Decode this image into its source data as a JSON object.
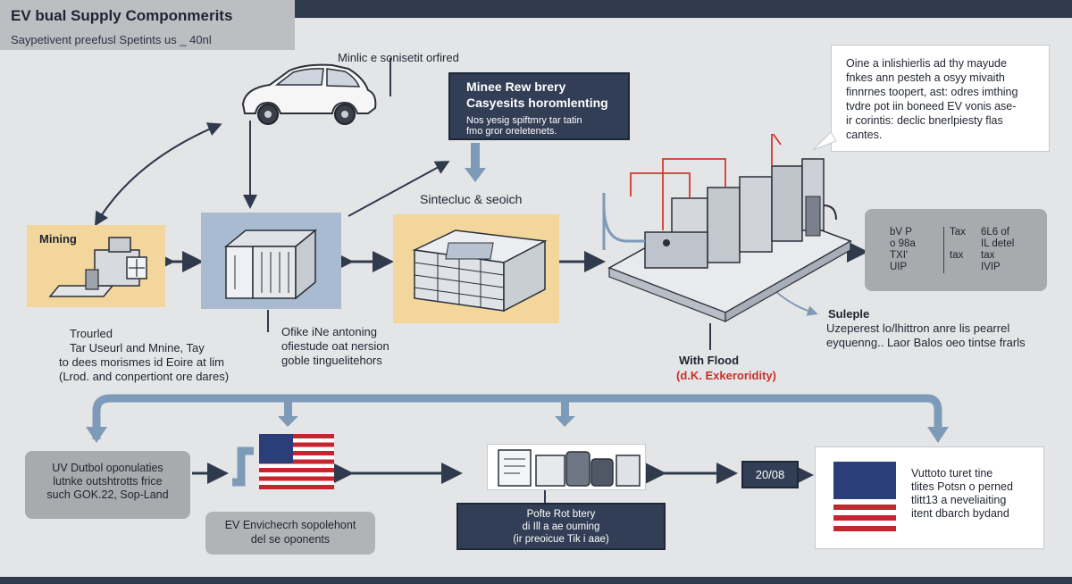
{
  "header": {
    "title": "EV bual Supply Componmerits",
    "subtitle": "Saypetivent preefusl Spetints us _ 40nl"
  },
  "top_note": "Minlic e sonisetit orfired",
  "dark_box_top": {
    "heading1": "Minee Rew brery",
    "heading2": "Casyesits horomlenting",
    "body1": "Nos yesig spiftmry tar tatin",
    "body2": "fmo gror oreletenets."
  },
  "callout": {
    "lines": [
      "Oine a inlishierlis ad thy mayude",
      "fnkes ann pesteh a osyy mivaith",
      "finnrnes toopert, ast: odres imthing",
      "tvdre pot iin boneed EV vonis ase-",
      "ir corintis: declic bnerlpiesty flas",
      "cantes."
    ]
  },
  "mining": {
    "label": "Mining"
  },
  "middle_label": "Sintecluc & seoich",
  "grey_table": {
    "col1": [
      "bV P",
      "o 98a",
      "TXI'",
      "UIP"
    ],
    "col2": [
      "Tax",
      "",
      "tax",
      ""
    ],
    "col3": [
      "6L6 of",
      "IL detel",
      "tax",
      "IVIP"
    ]
  },
  "troured": {
    "title": "Trourled",
    "lines": [
      "Tar Useurl and Mnine, Tay",
      "to dees morismes id Eoire at lim",
      "(Lrod. and conpertiont ore dares)"
    ]
  },
  "ofike": {
    "lines": [
      "Ofike iNe antoning",
      "ofiestude oat nersion",
      "goble tinguelitehors"
    ]
  },
  "suleple": {
    "title": "Suleple",
    "lines": [
      "Uzeperest lo/lhittron anre lis pearrel",
      "eyquenng.. Laor Balos oeo tintse frarls"
    ]
  },
  "with_flood": {
    "title": "With Flood",
    "sub": "(d.K. Exkeroridity)"
  },
  "bottom_left_box": {
    "lines": [
      "UV Dutbol oponulaties",
      "lutnke outshtrotts frice",
      "such GOK.22, Sop-Land"
    ]
  },
  "ev_box": {
    "lines": [
      "EV Envichecrh sopolehont",
      "del se oponents"
    ]
  },
  "dark_box_bottom": {
    "lines": [
      "Pofte Rot btery",
      "di Ill a ae ouming",
      "(ir preoicue Tik i aae)"
    ]
  },
  "date_badge": "20/08",
  "right_box": {
    "lines": [
      "Vuttoto turet tine",
      "tlites Potsn o perned",
      "tlitt13 a neveliaiting",
      "itent dbarch bydand"
    ]
  },
  "colors": {
    "accent_dark": "#313e55",
    "arrow_blue": "#7d9bb8",
    "yellow_panel": "#f2d69b",
    "blue_panel": "#a9bbd0",
    "red_wire": "#d23a30"
  }
}
